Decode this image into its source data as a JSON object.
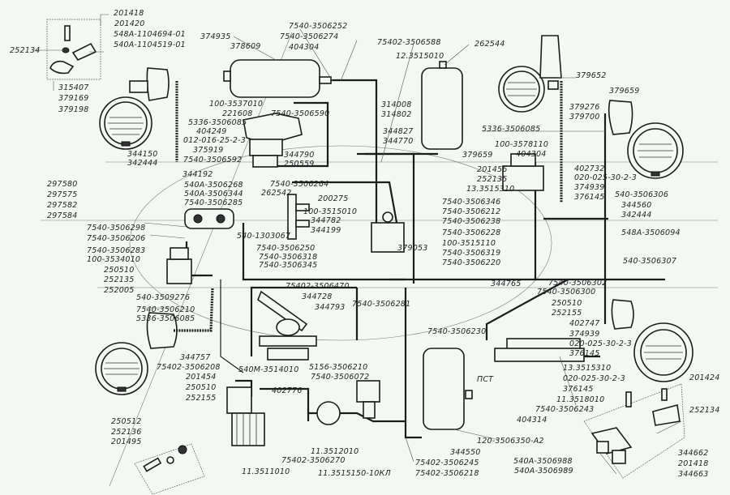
{
  "diagram": {
    "title": "Pneumatic brake system schematic (parts catalog)",
    "colors": {
      "background": "#f3f8f3",
      "ink": "#1c1c1c",
      "leader": "#555555"
    },
    "labels": {
      "l_201418_top": "201418",
      "l_201420": "201420",
      "l_548A_1104694": "548A-1104694-01",
      "l_540A_1104519": "540A-1104519-01",
      "l_252134_left": "252134",
      "l_315407": "315407",
      "l_379169": "379169",
      "l_379198": "379198",
      "l_374935": "374935",
      "l_378609": "378609",
      "l_7540_3506252": "7540-3506252",
      "l_7540_3506274": "7540-3506274",
      "l_404304_top": "404304",
      "l_75402_3506588": "75402-3506588",
      "l_12_3515010": "12.3515010",
      "l_262544": "262544",
      "l_379652": "379652",
      "l_100_3537010": "100-3537010",
      "l_221608": "221608",
      "l_5336_3506085_a": "5336-3506085",
      "l_404249": "404249",
      "l_012_016": "012-016-25-2-3",
      "l_375919": "375919",
      "l_7540_3506592": "7540-3506592",
      "l_7540_3506590": "7540-3506590",
      "l_314008": "314008",
      "l_314802": "314802",
      "l_344827": "344827",
      "l_344770": "344770",
      "l_379659_mid": "379659",
      "l_5336_3506085_b": "5336-3506085",
      "l_379659_right": "379659",
      "l_379276": "379276",
      "l_379700": "379700",
      "l_100_3578110": "100-3578110",
      "l_404304_mid": "404304",
      "l_344150": "344150",
      "l_342444_left": "342444",
      "l_344192": "344192",
      "l_344790": "344790",
      "l_250559": "250559",
      "l_540A_3506268": "540A-3506268",
      "l_540A_3506344": "540A-3506344",
      "l_7540_3506285": "7540-3506285",
      "l_7540_3506264": "7540-3506264",
      "l_262542": "262542",
      "l_200275": "200275",
      "l_100_3515010": "100-3515010",
      "l_344782": "344782",
      "l_344199": "344199",
      "l_540_1303067": "540-1303067",
      "l_201456": "201456",
      "l_252135_mid": "252135",
      "l_13_3515310_mid": "13.3515310",
      "l_7540_3506346": "7540-3506346",
      "l_7540_3506212": "7540-3506212",
      "l_7540_3506238": "7540-3506238",
      "l_7540_3506228": "7540-3506228",
      "l_100_3515110": "100-3515110",
      "l_379053": "379053",
      "l_7540_3506319": "7540-3506319",
      "l_7540_3506220": "7540-3506220",
      "l_402732": "402732",
      "l_020_025_a": "020-025-30-2-3",
      "l_374939_a": "374939",
      "l_376145_a": "376145",
      "l_540_3506306": "540-3506306",
      "l_344560": "344560",
      "l_342444_right": "342444",
      "l_548A_3506094": "548A-3506094",
      "l_540_3506307": "540-3506307",
      "l_297580": "297580",
      "l_297575": "297575",
      "l_297582": "297582",
      "l_297584": "297584",
      "l_7540_3506298": "7540-3506298",
      "l_7540_3506206": "7540-3506206",
      "l_7540_3506283": "7540-3506283",
      "l_100_3534010": "100-3534010",
      "l_250510_left": "250510",
      "l_252135_left": "252135",
      "l_252005": "252005",
      "l_7540_3506250": "7540-3506250",
      "l_7540_3506318": "7540-3506318",
      "l_7540_3506345": "7540-3506345",
      "l_540_3509276": "540-3509276",
      "l_7540_3506210": "7540-3506210",
      "l_5336_3506085_c": "5336-3506085",
      "l_75402_3506470": "75402-3506470",
      "l_344728": "344728",
      "l_344793": "344793",
      "l_7540_3506281": "7540-3506281",
      "l_344765": "344765",
      "l_7540_3506302": "7540-3506302",
      "l_7540_3506300": "7540-3506300",
      "l_250510_right": "250510",
      "l_252155_right": "252155",
      "l_402747": "402747",
      "l_374939_b": "374939",
      "l_020_025_b": "020-025-30-2-3",
      "l_376145_b": "376145",
      "l_13_3515310_b": "13.3515310",
      "l_020_025_c": "020-025-30-2-3",
      "l_376145_c": "376145",
      "l_11_3518010": "11.3518010",
      "l_7540_3506243": "7540-3506243",
      "l_404314": "404314",
      "l_7540_3506230": "7540-3506230",
      "l_pst": "ПСТ",
      "l_344757": "344757",
      "l_75402_3506208": "75402-3506208",
      "l_201454": "201454",
      "l_250510_bl": "250510",
      "l_252155_bl": "252155",
      "l_540M_3514010": "540M-3514010",
      "l_5156_3506210": "5156-3506210",
      "l_7540_3506072": "7540-3506072",
      "l_402776": "402776",
      "l_201424": "201424",
      "l_252134_right": "252134",
      "l_250512": "250512",
      "l_252136": "252136",
      "l_201495": "201495",
      "l_11_3511010": "11.3511010",
      "l_11_3512010": "11.3512010",
      "l_75402_3506270": "75402-3506270",
      "l_11_3515150": "11.3515150-10КЛ",
      "l_120_3506350": "120-3506350-А2",
      "l_344550": "344550",
      "l_75402_3506245": "75402-3506245",
      "l_75402_3506218": "75402-3506218",
      "l_540A_3506988": "540A-3506988",
      "l_540A_3506989": "540A-3506989",
      "l_344662": "344662",
      "l_201418_right": "201418",
      "l_344663": "344663"
    }
  }
}
